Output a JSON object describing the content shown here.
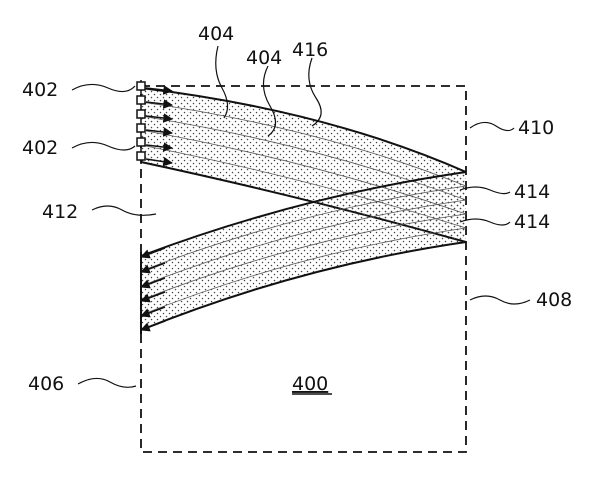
{
  "figure": {
    "ref_numerals": {
      "emitter_top": "402",
      "emitter_bottom": "402",
      "beam_a": "404",
      "beam_b": "404",
      "beam_ray": "416",
      "region_upper_right": "410",
      "region_left": "412",
      "crossing_top": "414",
      "crossing_bottom": "414",
      "right_boundary": "408",
      "left_boundary": "406",
      "device": "400"
    },
    "colors": {
      "ink": "#111111",
      "dot": "#444444",
      "background": "#ffffff"
    },
    "emitter_count": 6,
    "lower_arrow_count": 6
  }
}
